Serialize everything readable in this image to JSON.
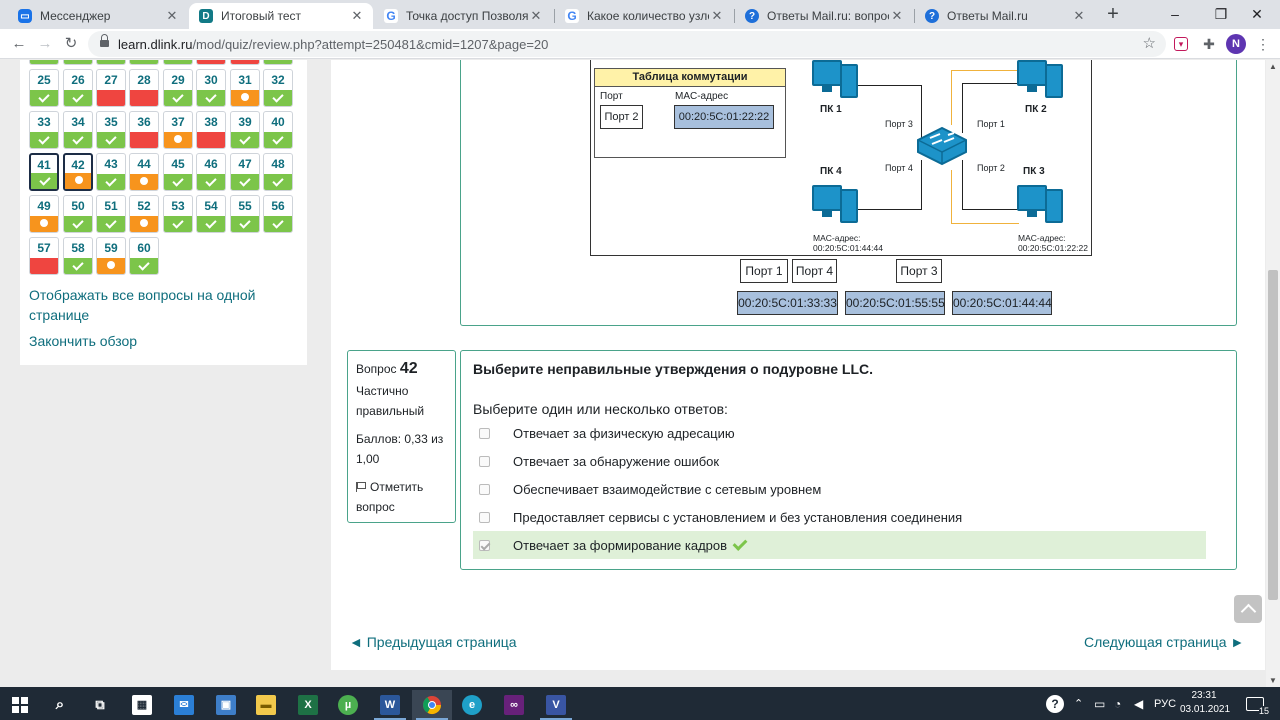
{
  "browser": {
    "tabs": [
      {
        "title": "Мессенджер",
        "icon": "messenger-icon",
        "color": "#1a73e8"
      },
      {
        "title": "Итоговый тест",
        "icon": "dlink-icon",
        "color": "#127a86",
        "active": true
      },
      {
        "title": "Точка доступ Позволяет об",
        "icon": "google-icon",
        "color": "#4285f4"
      },
      {
        "title": "Какое количество узлов до",
        "icon": "google-icon",
        "color": "#4285f4"
      },
      {
        "title": "Ответы Mail.ru: вопрос",
        "icon": "mailru-answers-icon",
        "color": "#1e6fd9"
      },
      {
        "title": "Ответы Mail.ru",
        "icon": "mailru-answers-icon",
        "color": "#1e6fd9"
      }
    ],
    "url_host": "learn.dlink.ru",
    "url_path": "/mod/quiz/review.php?attempt=250481&cmid=1207&page=20",
    "avatar_letter": "N"
  },
  "quiz_nav": {
    "partial_row": [
      {
        "status": "ok"
      },
      {
        "status": "ok"
      },
      {
        "status": "ok"
      },
      {
        "status": "ok"
      },
      {
        "status": "ok"
      },
      {
        "status": "bad"
      },
      {
        "status": "bad"
      },
      {
        "status": "ok"
      }
    ],
    "rows": [
      [
        {
          "n": "25",
          "s": "ok"
        },
        {
          "n": "26",
          "s": "ok"
        },
        {
          "n": "27",
          "s": "bad"
        },
        {
          "n": "28",
          "s": "bad"
        },
        {
          "n": "29",
          "s": "ok"
        },
        {
          "n": "30",
          "s": "ok"
        },
        {
          "n": "31",
          "s": "part"
        },
        {
          "n": "32",
          "s": "ok"
        }
      ],
      [
        {
          "n": "33",
          "s": "ok"
        },
        {
          "n": "34",
          "s": "ok"
        },
        {
          "n": "35",
          "s": "ok"
        },
        {
          "n": "36",
          "s": "bad"
        },
        {
          "n": "37",
          "s": "part"
        },
        {
          "n": "38",
          "s": "bad"
        },
        {
          "n": "39",
          "s": "ok"
        },
        {
          "n": "40",
          "s": "ok"
        }
      ],
      [
        {
          "n": "41",
          "s": "ok",
          "current": true
        },
        {
          "n": "42",
          "s": "part",
          "current": true
        },
        {
          "n": "43",
          "s": "ok"
        },
        {
          "n": "44",
          "s": "part"
        },
        {
          "n": "45",
          "s": "ok"
        },
        {
          "n": "46",
          "s": "ok"
        },
        {
          "n": "47",
          "s": "ok"
        },
        {
          "n": "48",
          "s": "ok"
        }
      ],
      [
        {
          "n": "49",
          "s": "part"
        },
        {
          "n": "50",
          "s": "ok"
        },
        {
          "n": "51",
          "s": "ok"
        },
        {
          "n": "52",
          "s": "part"
        },
        {
          "n": "53",
          "s": "ok"
        },
        {
          "n": "54",
          "s": "ok"
        },
        {
          "n": "55",
          "s": "ok"
        },
        {
          "n": "56",
          "s": "ok"
        }
      ],
      [
        {
          "n": "57",
          "s": "bad"
        },
        {
          "n": "58",
          "s": "ok"
        },
        {
          "n": "59",
          "s": "part"
        },
        {
          "n": "60",
          "s": "ok"
        }
      ]
    ],
    "show_all_link": "Отображать все вопросы на одной странице",
    "show_all_line1": "Отображать все вопросы на одной",
    "show_all_line2": "странице",
    "finish_link": "Закончить обзор"
  },
  "diagram": {
    "table_title": "Таблица коммутации",
    "col_port": "Порт",
    "col_mac": "MAC-адрес",
    "row_port": "Порт 2",
    "row_mac": "00:20:5C:01:22:22",
    "pc1": "ПК 1",
    "pc2": "ПК 2",
    "pc3": "ПК 3",
    "pc4": "ПК 4",
    "port1": "Порт 1",
    "port2": "Порт 2",
    "port3": "Порт 3",
    "port4": "Порт 4",
    "mac_label": "MAC-адрес:",
    "pc4_mac": "00:20:5C:01:44:44",
    "pc3_mac": "00:20:5C:01:22:22",
    "answer_ports": [
      "Порт 1",
      "Порт 4",
      "Порт 3"
    ],
    "answer_macs": [
      "00:20:5C:01:33:33",
      "00:20:5C:01:55:55",
      "00:20:5C:01:44:44"
    ]
  },
  "question": {
    "label": "Вопрос",
    "number": "42",
    "state_line1": "Частично",
    "state_line2": "правильный",
    "grade_line1": "Баллов: 0,33 из",
    "grade_line2": "1,00",
    "flag_line1": "Отметить",
    "flag_line2": "вопрос",
    "text": "Выберите неправильные утверждения о подуровне LLC.",
    "prompt": "Выберите один или несколько ответов:",
    "answers": [
      {
        "text": "Отвечает за физическую адресацию",
        "checked": false
      },
      {
        "text": "Отвечает за обнаружение ошибок",
        "checked": false
      },
      {
        "text": "Обеспечивает взаимодействие с сетевым уровнем",
        "checked": false
      },
      {
        "text": "Предоставляет сервисы с установлением и без установления соединения",
        "checked": false
      },
      {
        "text": "Отвечает за формирование кадров",
        "checked": true,
        "correct": true
      }
    ]
  },
  "pager": {
    "prev": "◄ Предыдущая страница",
    "next": "Следующая страница ►"
  },
  "taskbar": {
    "lang": "РУС",
    "time": "23:31",
    "date": "03.01.2021",
    "notifications": "15",
    "apps": [
      {
        "name": "search",
        "icon": "search-icon"
      },
      {
        "name": "task-view",
        "icon": "task-view-icon"
      },
      {
        "name": "store",
        "icon": "store-icon"
      },
      {
        "name": "mail",
        "icon": "mail-icon"
      },
      {
        "name": "save",
        "icon": "floppy-icon"
      },
      {
        "name": "explorer",
        "icon": "folder-icon"
      },
      {
        "name": "excel",
        "icon": "excel-icon"
      },
      {
        "name": "utorrent",
        "icon": "utorrent-icon"
      },
      {
        "name": "word",
        "icon": "word-icon"
      },
      {
        "name": "chrome",
        "icon": "chrome-icon"
      },
      {
        "name": "edge",
        "icon": "edge-icon"
      },
      {
        "name": "visual-studio",
        "icon": "visual-studio-icon"
      },
      {
        "name": "visio",
        "icon": "visio-icon"
      }
    ]
  }
}
